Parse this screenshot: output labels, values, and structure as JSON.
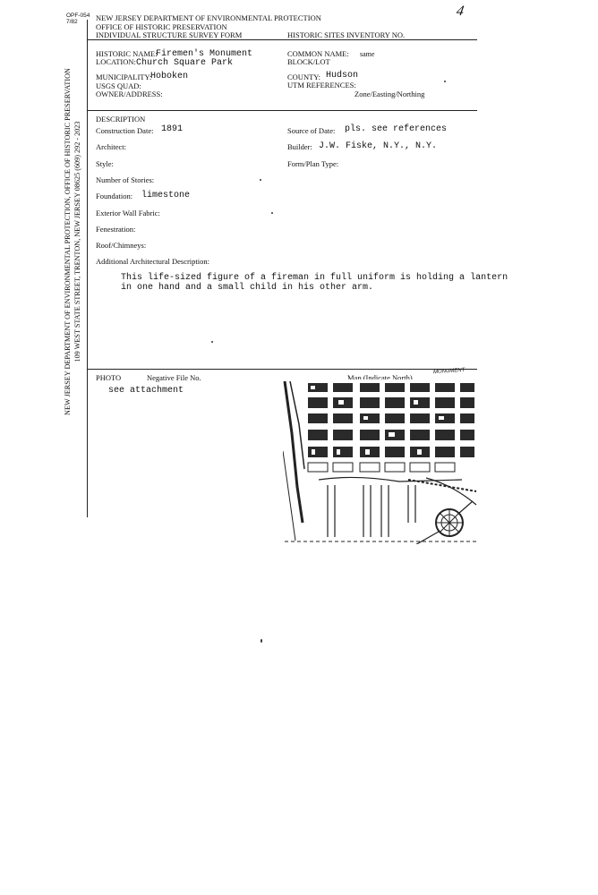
{
  "corner": {
    "code": "OPF-054",
    "date": "7/82"
  },
  "header": {
    "dept": "NEW JERSEY DEPARTMENT OF ENVIRONMENTAL PROTECTION",
    "office": "OFFICE OF HISTORIC PRESERVATION",
    "form": "INDIVIDUAL STRUCTURE SURVEY FORM",
    "inventory_label": "HISTORIC SITES INVENTORY NO.",
    "handwritten_no": "4"
  },
  "sidebar": {
    "line1": "NEW JERSEY DEPARTMENT OF ENVIRONMENTAL PROTECTION, OFFICE OF HISTORIC PRESERVATION",
    "line2": "109 WEST STATE STREET, TRENTON, NEW JERSEY  08625   (609) 292 - 2023"
  },
  "id_section": {
    "historic_name_label": "HISTORIC NAME:",
    "historic_name": "Firemen's Monument",
    "location_label": "LOCATION:",
    "location": "Church Square Park",
    "municipality_label": "MUNICIPALITY:",
    "municipality": "Hoboken",
    "usgs_label": "USGS QUAD:",
    "owner_label": "OWNER/ADDRESS:",
    "common_name_label": "COMMON NAME:",
    "common_name": "same",
    "block_lot_label": "BLOCK/LOT",
    "county_label": "COUNTY:",
    "county": "Hudson",
    "utm_label": "UTM REFERENCES:",
    "zone_label": "Zone/Easting/Northing"
  },
  "description": {
    "section_label": "DESCRIPTION",
    "construction_date_label": "Construction Date:",
    "construction_date": "1891",
    "source_label": "Source of Date:",
    "source": "pls. see references",
    "architect_label": "Architect:",
    "builder_label": "Builder:",
    "builder": "J.W. Fiske, N.Y., N.Y.",
    "style_label": "Style:",
    "form_plan_label": "Form/Plan Type:",
    "stories_label": "Number of Stories:",
    "foundation_label": "Foundation:",
    "foundation": "limestone",
    "wall_label": "Exterior Wall Fabric:",
    "fenestration_label": "Fenestration:",
    "roof_label": "Roof/Chimneys:",
    "additional_label": "Additional Architectural Description:",
    "text_line1": "This life-sized figure of a fireman in full uniform is holding a lantern",
    "text_line2": "in one hand and a small child in his other arm."
  },
  "photo": {
    "photo_label": "PHOTO",
    "negative_label": "Negative File No.",
    "attachment": "see attachment",
    "map_label": "Map (Indicate North)",
    "monument_note": "MONUMENT"
  }
}
